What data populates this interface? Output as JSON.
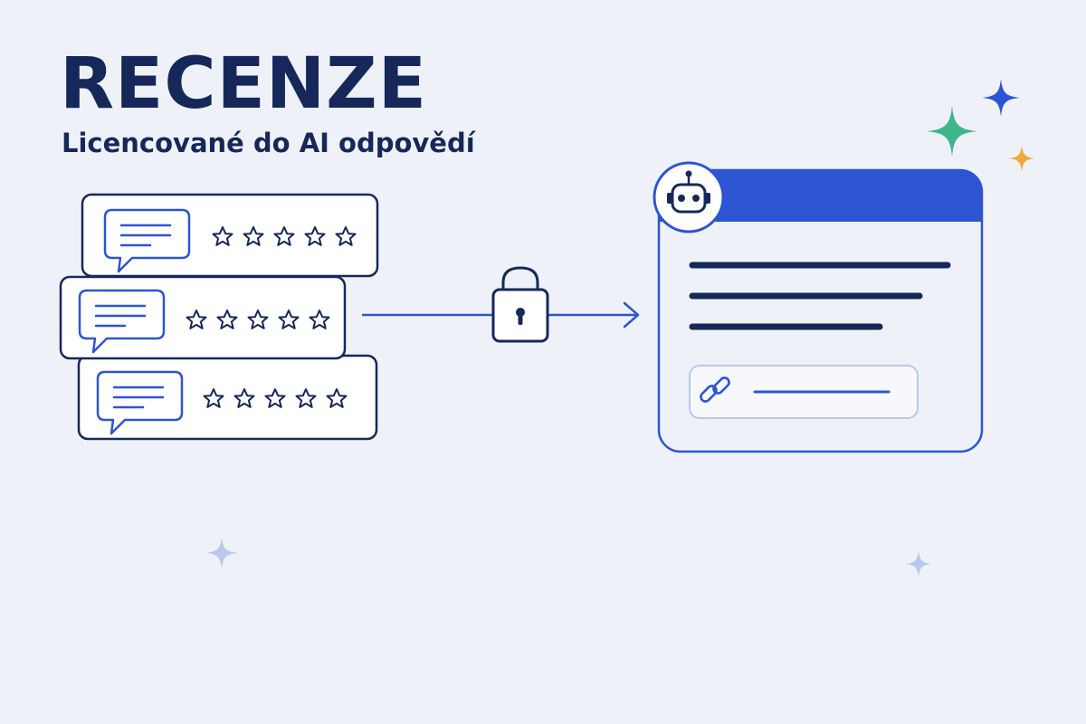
{
  "header": {
    "title": "RECENZE",
    "subtitle": "Licencované do AI odpovědí"
  },
  "review_cards": [
    {
      "rating_stars": 5,
      "message_icon": "chat-bubble-icon"
    },
    {
      "rating_stars": 5,
      "message_icon": "chat-bubble-icon"
    },
    {
      "rating_stars": 5,
      "message_icon": "chat-bubble-icon"
    }
  ],
  "flow": {
    "connector_icon": "padlock-icon",
    "direction_icon": "arrow-right-icon"
  },
  "ai_panel": {
    "avatar_icon": "robot-icon",
    "source_icon": "link-icon"
  },
  "decorations": [
    "sparkle-icon"
  ],
  "colors": {
    "background": "#eef2f8",
    "navy": "#16285a",
    "blue": "#2d55d2",
    "green": "#3fb58a",
    "orange": "#f2a93b",
    "light_blue": "#b8c9ea"
  }
}
